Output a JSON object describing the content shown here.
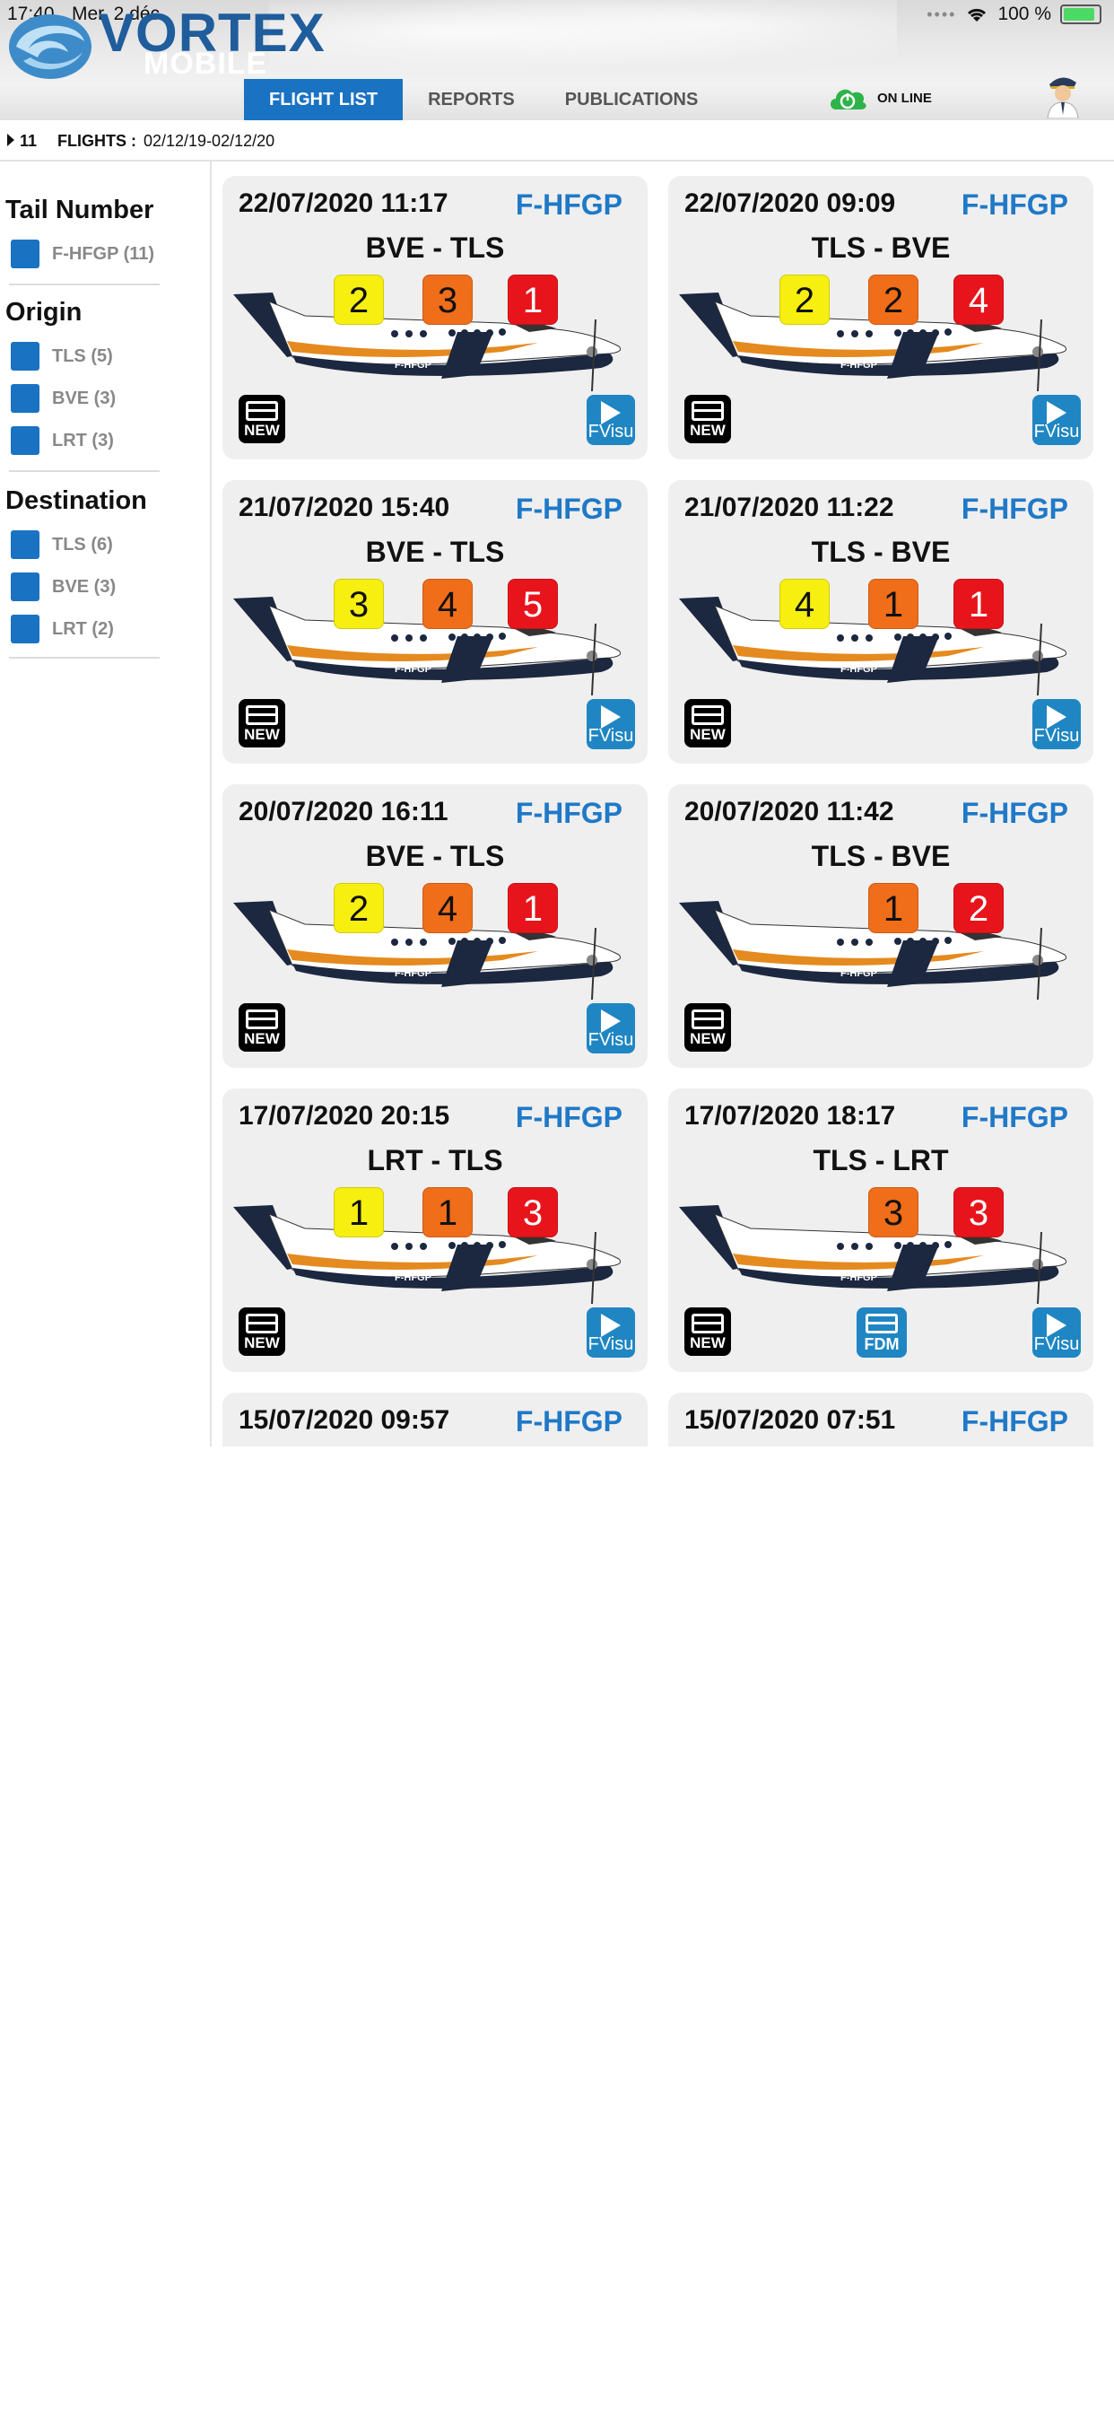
{
  "status_bar": {
    "time": "17:40",
    "date": "Mer. 2 déc.",
    "signal": "••••",
    "battery_pct": "100 %"
  },
  "header": {
    "logo_title": "VORTEX",
    "logo_subtitle": "MOBILE",
    "tabs": [
      {
        "label": "FLIGHT LIST",
        "active": true
      },
      {
        "label": "REPORTS",
        "active": false
      },
      {
        "label": "PUBLICATIONS",
        "active": false
      }
    ],
    "online_status": "ON LINE"
  },
  "summary": {
    "count": "11",
    "flights_label": "FLIGHTS :",
    "date_range": "02/12/19-02/12/20"
  },
  "sidebar": {
    "tail_title": "Tail Number",
    "tail_items": [
      {
        "label": "F-HFGP (11)"
      }
    ],
    "origin_title": "Origin",
    "origin_items": [
      {
        "label": "TLS (5)"
      },
      {
        "label": "BVE (3)"
      },
      {
        "label": "LRT (3)"
      }
    ],
    "destination_title": "Destination",
    "destination_items": [
      {
        "label": "TLS (6)"
      },
      {
        "label": "BVE (3)"
      },
      {
        "label": "LRT (2)"
      }
    ]
  },
  "flights": [
    {
      "date": "22/07/2020 11:17",
      "tail": "F-HFGP",
      "route": "BVE - TLS",
      "badges": [
        "2",
        "3",
        "1"
      ],
      "new_label": "NEW",
      "fvisu_label": "FVisu"
    },
    {
      "date": "22/07/2020 09:09",
      "tail": "F-HFGP",
      "route": "TLS - BVE",
      "badges": [
        "2",
        "2",
        "4"
      ],
      "new_label": "NEW",
      "fvisu_label": "FVisu"
    },
    {
      "date": "21/07/2020 15:40",
      "tail": "F-HFGP",
      "route": "BVE - TLS",
      "badges": [
        "3",
        "4",
        "5"
      ],
      "new_label": "NEW",
      "fvisu_label": "FVisu"
    },
    {
      "date": "21/07/2020 11:22",
      "tail": "F-HFGP",
      "route": "TLS - BVE",
      "badges": [
        "4",
        "1",
        "1"
      ],
      "new_label": "NEW",
      "fvisu_label": "FVisu"
    },
    {
      "date": "20/07/2020 16:11",
      "tail": "F-HFGP",
      "route": "BVE - TLS",
      "badges": [
        "2",
        "4",
        "1"
      ],
      "new_label": "NEW",
      "fvisu_label": "FVisu"
    },
    {
      "date": "20/07/2020 11:42",
      "tail": "F-HFGP",
      "route": "TLS - BVE",
      "badges": [
        "1",
        "2"
      ],
      "new_label": "NEW"
    },
    {
      "date": "17/07/2020 20:15",
      "tail": "F-HFGP",
      "route": "LRT - TLS",
      "badges": [
        "1",
        "1",
        "3"
      ],
      "new_label": "NEW",
      "fvisu_label": "FVisu"
    },
    {
      "date": "17/07/2020 18:17",
      "tail": "F-HFGP",
      "route": "TLS - LRT",
      "badges": [
        "3",
        "3"
      ],
      "new_label": "NEW",
      "fdm_label": "FDM",
      "fvisu_label": "FVisu"
    },
    {
      "date": "15/07/2020 09:57",
      "tail": "F-HFGP"
    },
    {
      "date": "15/07/2020 07:51",
      "tail": "F-HFGP"
    }
  ],
  "plane_registration": "F-HFGP",
  "colors": {
    "accent": "#1a72c2",
    "tail_text": "#1f79c7",
    "yellow": "#f6ef10",
    "orange": "#f06d1a",
    "red": "#e8141c"
  }
}
